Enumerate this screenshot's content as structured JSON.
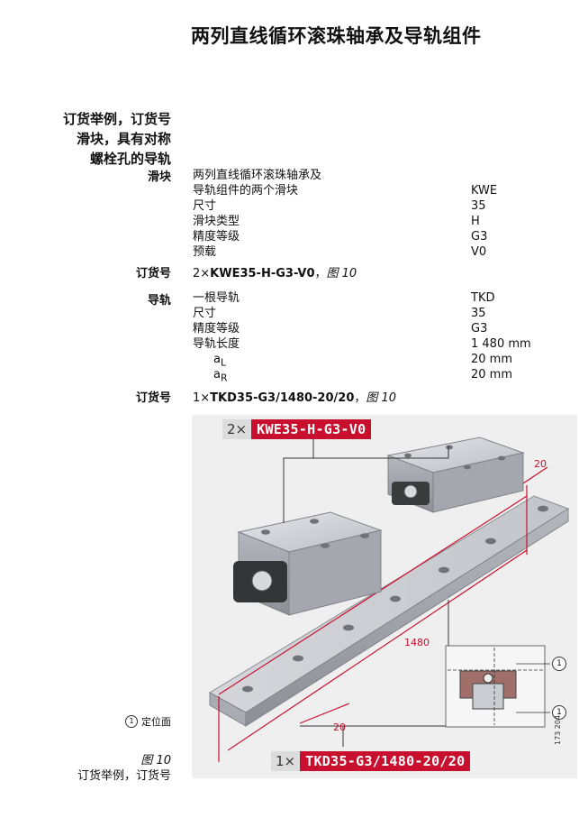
{
  "page_title": "两列直线循环滚珠轴承及导轨组件",
  "section": {
    "line1": "订货举例，订货号",
    "line2": "滑块，具有对称",
    "line3": "螺栓孔的导轨"
  },
  "carriage": {
    "label": "滑块",
    "rows": [
      {
        "name": "两列直线循环滚珠轴承及",
        "value": ""
      },
      {
        "name": "导轨组件的两个滑块",
        "value": "KWE"
      },
      {
        "name": "尺寸",
        "value": "35"
      },
      {
        "name": "滑块类型",
        "value": "H"
      },
      {
        "name": "精度等级",
        "value": "G3"
      },
      {
        "name": "预载",
        "value": "V0"
      }
    ],
    "order_label": "订货号",
    "order_prefix": "2×",
    "order_code": "KWE35-H-G3-V0",
    "order_sep": "，",
    "order_fig": "图 10"
  },
  "rail": {
    "label": "导轨",
    "rows": [
      {
        "name": "一根导轨",
        "value": "TKD"
      },
      {
        "name": "尺寸",
        "value": "35"
      },
      {
        "name": "精度等级",
        "value": "G3"
      },
      {
        "name": "导轨长度",
        "value": "1 480 mm"
      },
      {
        "name": "a",
        "sub": "L",
        "value": "20 mm"
      },
      {
        "name": "a",
        "sub": "R",
        "value": "20 mm"
      }
    ],
    "order_label": "订货号",
    "order_prefix": "1×",
    "order_code": "TKD35-G3/1480-20/20",
    "order_sep": "，",
    "order_fig": "图 10"
  },
  "figure": {
    "top_mult": "2×",
    "top_code": "KWE35-H-G3-V0",
    "bottom_mult": "1×",
    "bottom_code": "TKD35-G3/1480-20/20",
    "dim_20_top": "20",
    "dim_1480": "1480",
    "dim_20_bottom": "20",
    "callout_1": "1",
    "legend_num": "1",
    "legend_text": "定位面",
    "ref_number": "173 204",
    "caption_fig": "图 10",
    "caption_text": "订货举例，订货号",
    "colors": {
      "accent": "#c8102e",
      "figure_bg": "#efefef",
      "steel": "#c9ccd1"
    }
  }
}
